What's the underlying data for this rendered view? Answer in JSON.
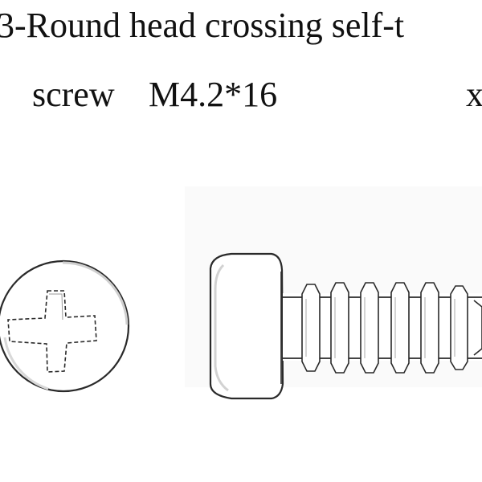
{
  "document": {
    "title": "3-Round head crossing self-t",
    "spec_name": "screw",
    "spec_size": "M4.2*16",
    "quantity_prefix": "x"
  },
  "illustrations": {
    "views": [
      "screw-head-top-view-icon",
      "screw-side-view-icon"
    ]
  }
}
